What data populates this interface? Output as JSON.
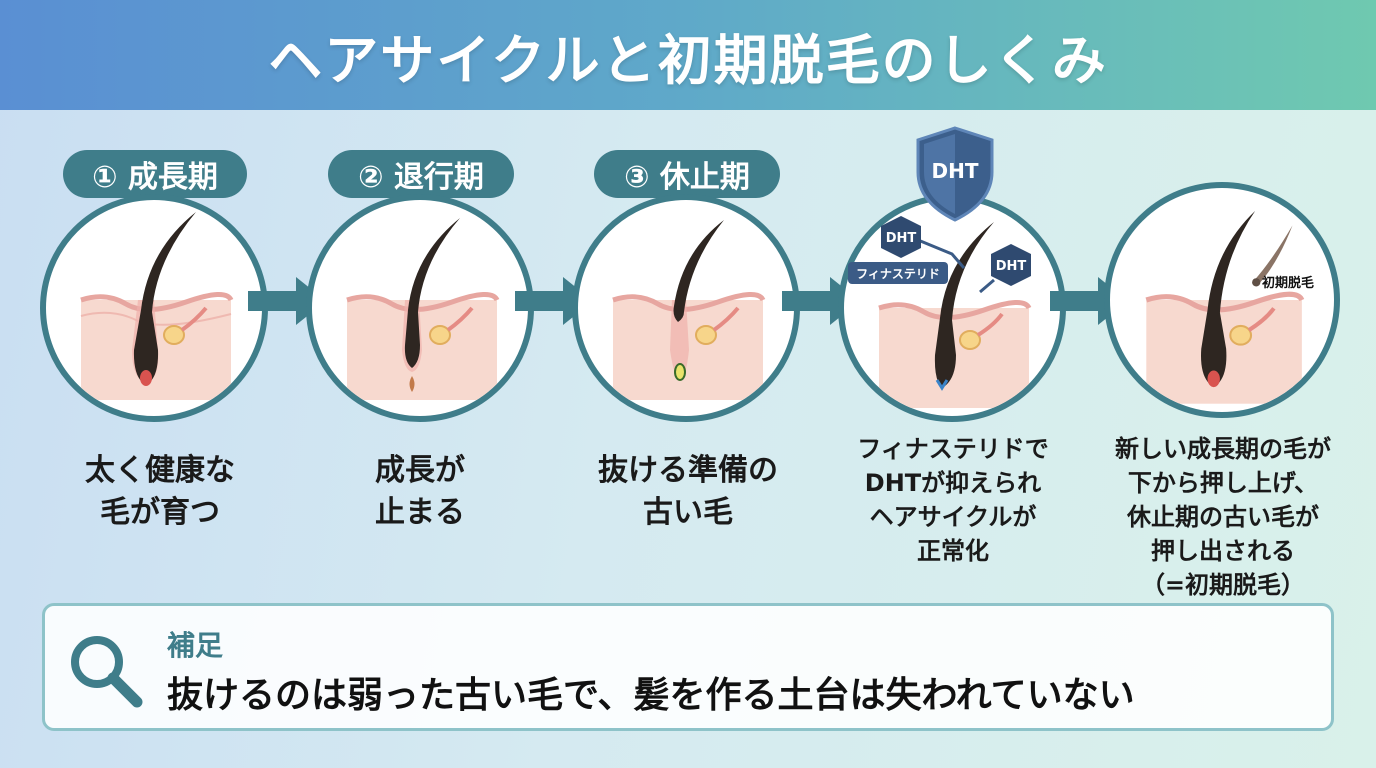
{
  "title": "ヘアサイクルと初期脱毛のしくみ",
  "stages": [
    {
      "badge": "① 成長期",
      "caption": [
        "太く健康な",
        "毛が育つ"
      ]
    },
    {
      "badge": "② 退行期",
      "caption": [
        "成長が",
        "止まる"
      ]
    },
    {
      "badge": "③ 休止期",
      "caption": [
        "抜ける準備の",
        "古い毛"
      ]
    },
    {
      "shield_label": "DHT",
      "mol_label_1": "DHT",
      "mol_label_2": "DHT",
      "drug_label": "フィナステリド",
      "caption": [
        "フィナステリドで",
        "DHTが抑えられ",
        "ヘアサイクルが",
        "正常化"
      ]
    },
    {
      "hair_label": "初期脱毛",
      "caption": [
        "新しい成長期の毛が",
        "下から押し上げ、",
        "休止期の古い毛が",
        "押し出される",
        "（=初期脱毛）"
      ]
    }
  ],
  "note": {
    "label": "補足",
    "text": "抜けるのは弱った古い毛で、髪を作る土台は失われていない",
    "icon": "magnifier-icon"
  },
  "colors": {
    "accent": "#3f7d8a",
    "skin": "#f7d9cf",
    "hair": "#2e2621"
  }
}
